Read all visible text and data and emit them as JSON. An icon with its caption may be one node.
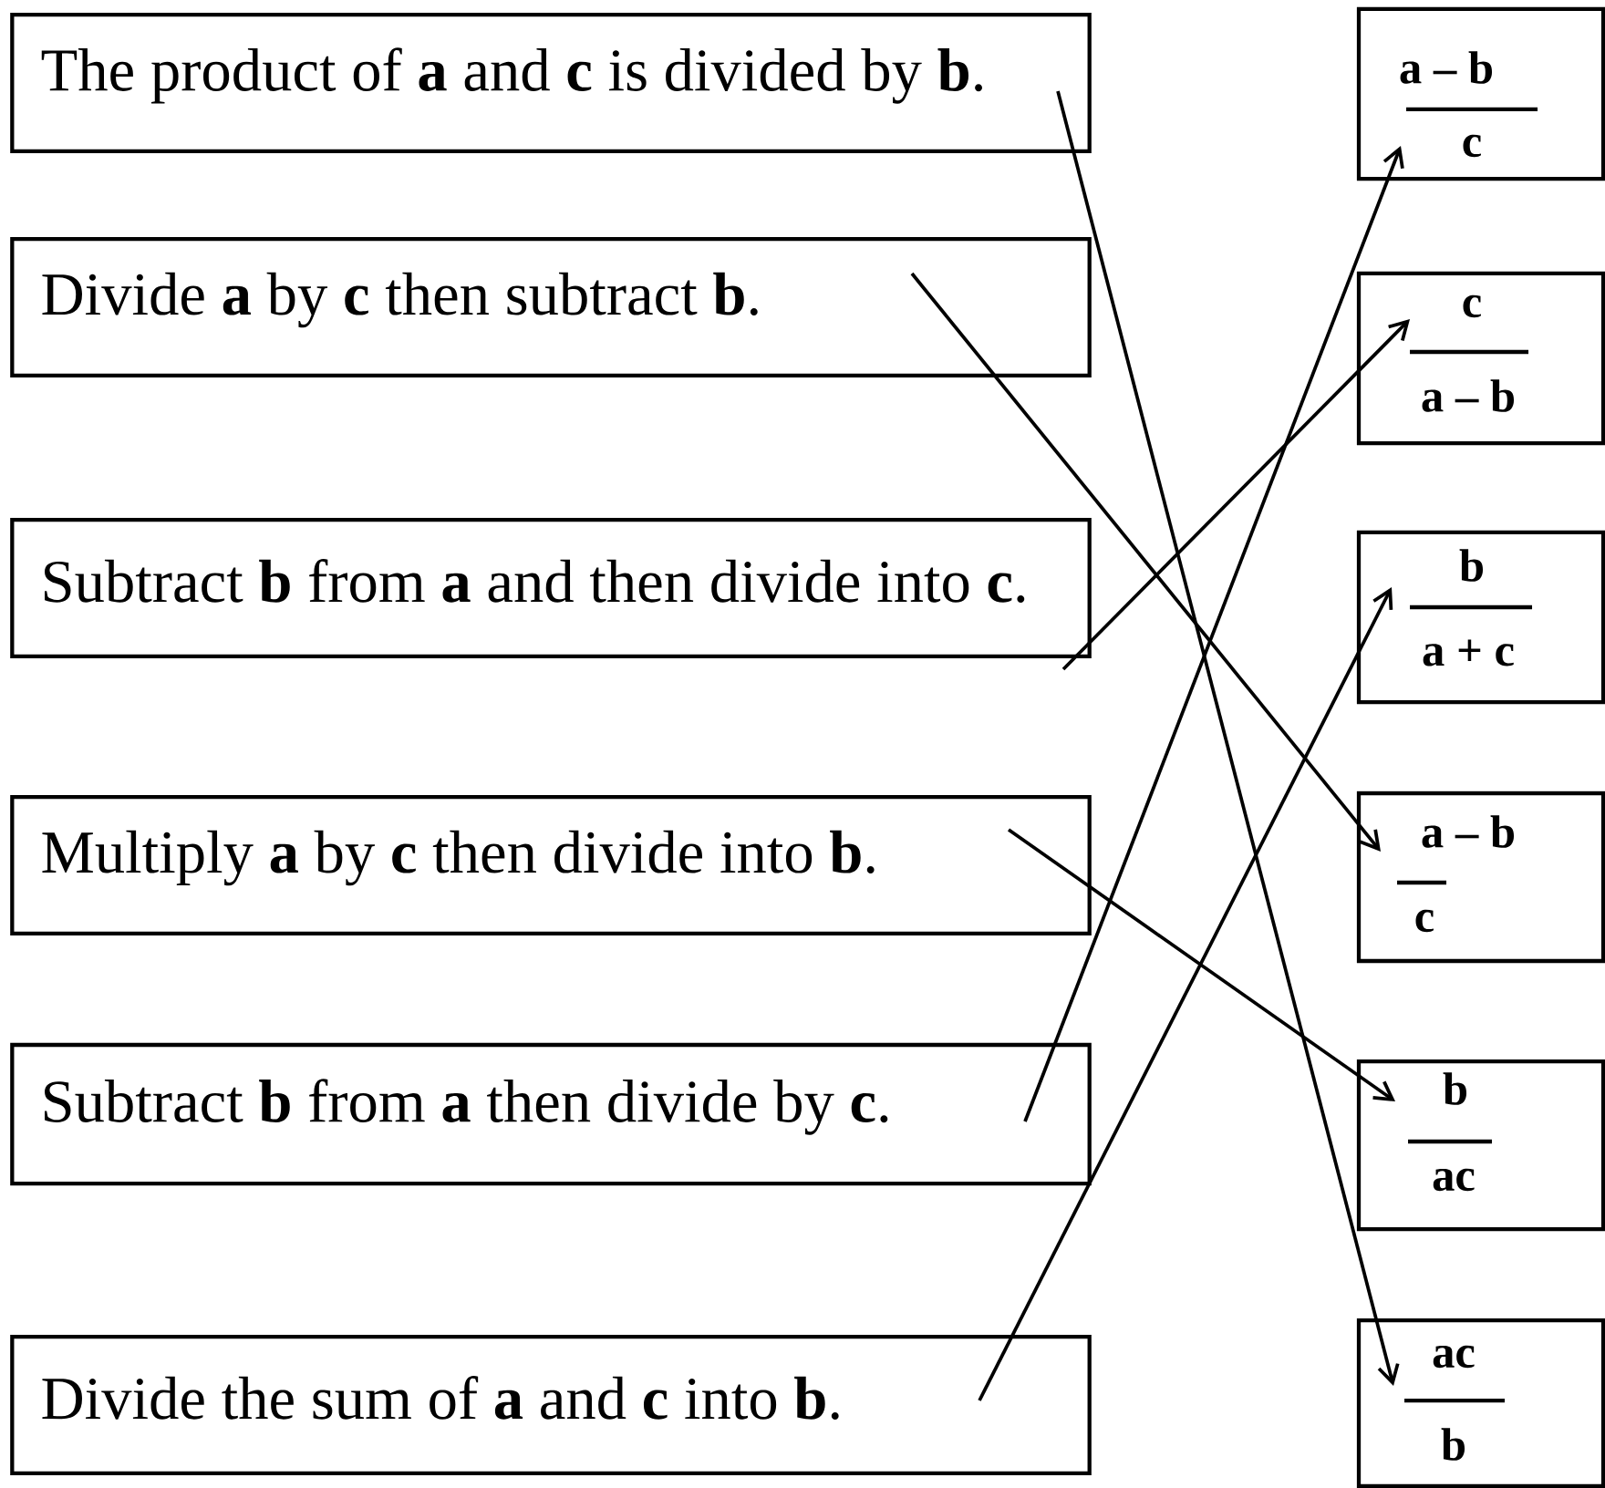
{
  "diagram": {
    "nodes": [
      {
        "text": [
          "The product of **a** and **c** is divided by **b**."
        ]
      },
      {
        "text": [
          "Divide **a** by **c** then subtract **b**."
        ]
      },
      {
        "text": [
          "Subtract **b** from **a** and then divide into **c**."
        ]
      },
      {
        "text": [
          "Multiply **a** by **c** then divide into **b**."
        ]
      },
      {
        "text": [
          "Subtract **b** from **a** then divide by **c**."
        ]
      },
      {
        "text": [
          "Divide the sum of **a** and **c** into **b**."
        ]
      },
      {
        "text": [
          "a – b",
          "c"
        ]
      },
      {
        "text": [
          "c",
          "a – b"
        ]
      },
      {
        "text": [
          "b",
          "a + c"
        ]
      },
      {
        "text": [
          "a – b",
          "c"
        ]
      },
      {
        "text": [
          "b",
          "ac"
        ]
      },
      {
        "text": [
          "ac",
          "b"
        ]
      }
    ],
    "edges": [
      {
        "from": 0,
        "to": 11,
        "arrow": "to"
      },
      {
        "from": 1,
        "to": 9,
        "arrow": "to"
      },
      {
        "from": 2,
        "to": 7,
        "arrow": "to"
      },
      {
        "from": 3,
        "to": 10,
        "arrow": "to"
      },
      {
        "from": 4,
        "to": 6,
        "arrow": "to"
      },
      {
        "from": 5,
        "to": 8,
        "arrow": "to"
      }
    ]
  }
}
